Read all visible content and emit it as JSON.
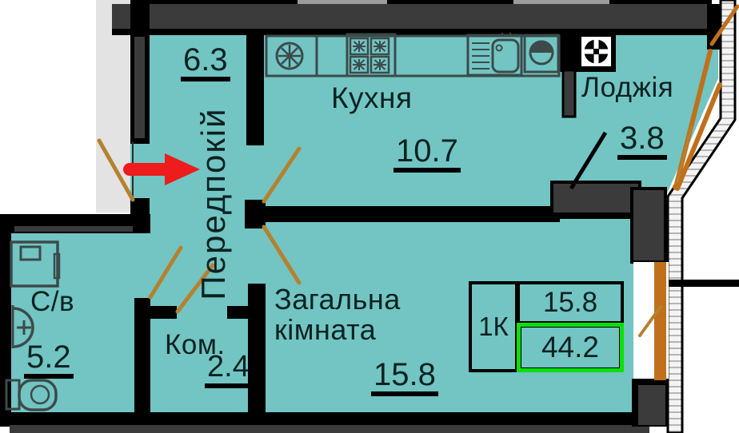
{
  "rooms": [
    {
      "id": "hallway",
      "name": "Передпокій",
      "area": "6.3"
    },
    {
      "id": "kitchen",
      "name": "Кухня",
      "area": "10.7"
    },
    {
      "id": "loggia",
      "name": "Лоджія",
      "area": "3.8"
    },
    {
      "id": "bathroom",
      "name": "С/в",
      "area": "5.2"
    },
    {
      "id": "closet",
      "name": "Ком.",
      "area": "2.4"
    },
    {
      "id": "living_room",
      "name": "Загальна кімната",
      "area": "15.8"
    }
  ],
  "summary": {
    "type_label": "1К",
    "living_area": "15.8",
    "total_area": "44.2"
  },
  "colors": {
    "room_fill": "#72c5c3",
    "wall": "#000000",
    "wall_core": "#3b3b3b",
    "corridor": "#e3e3e3",
    "window_frame": "#c0701c",
    "door_swing": "#b5812f",
    "entrance_arrow": "#ee1c1c",
    "total_highlight": "#0ce00c"
  },
  "icons": [
    "entrance-arrow-icon",
    "stove-icon",
    "kitchen-sink-icon",
    "cooktop-fan-icon",
    "oven-icon",
    "vent-shaft-icon",
    "washing-machine-icon",
    "bathroom-sink-icon",
    "toilet-icon"
  ]
}
